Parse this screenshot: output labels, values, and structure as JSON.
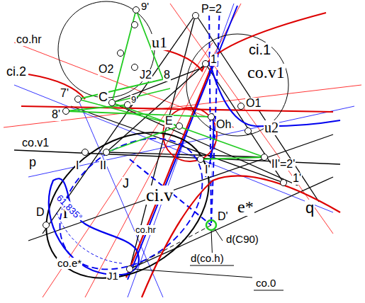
{
  "diagram": {
    "labels": [
      "co.hr",
      "9'",
      "u1",
      "P=2",
      "ci.2",
      "O2",
      "J2",
      "8",
      "ci.1",
      "co.v1",
      "7'",
      "1",
      "8'",
      "C",
      "9",
      "E",
      "Oh",
      "O1",
      "u2",
      "co.v1",
      "II'=2'",
      "p",
      "I",
      "II",
      "J",
      "I'",
      "r",
      "ci.v",
      "1'",
      "q",
      "D",
      "co.hr",
      "e*",
      "D'",
      "61,835°",
      "d(C90)",
      "co.e*",
      "J1",
      "d(co.h)",
      "co.0"
    ]
  }
}
